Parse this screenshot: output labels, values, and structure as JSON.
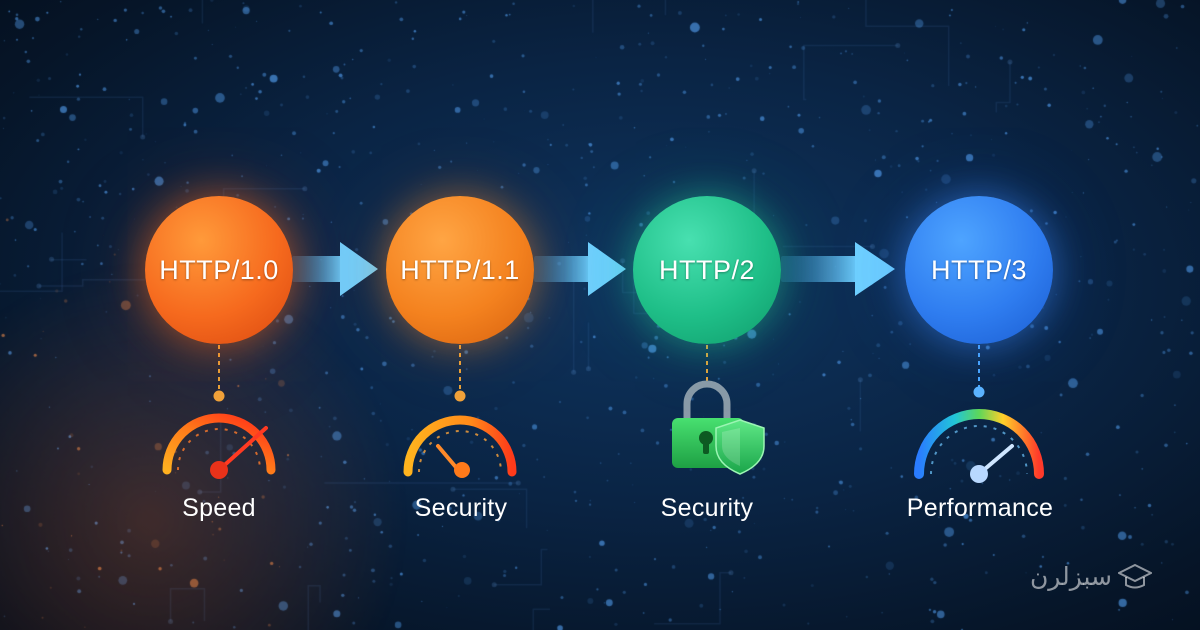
{
  "diagram": {
    "nodes": [
      {
        "label": "HTTP/1.0",
        "color": "#f66a1e"
      },
      {
        "label": "HTTP/1.1",
        "color": "#f4821f"
      },
      {
        "label": "HTTP/2",
        "color": "#1fbf88"
      },
      {
        "label": "HTTP/3",
        "color": "#2f7df0"
      }
    ],
    "features": [
      {
        "label": "Speed",
        "icon": "speedometer-icon"
      },
      {
        "label": "Security",
        "icon": "speedometer-icon"
      },
      {
        "label": "Security",
        "icon": "padlock-shield-icon"
      },
      {
        "label": "Performance",
        "icon": "speedometer-icon"
      }
    ]
  },
  "brand": {
    "logo_text": "سبزلرن",
    "icon": "graduation-cap-icon"
  },
  "colors": {
    "background": "#0a2444",
    "arrow": "#5bc0f0",
    "connector": "#e8a23a"
  }
}
